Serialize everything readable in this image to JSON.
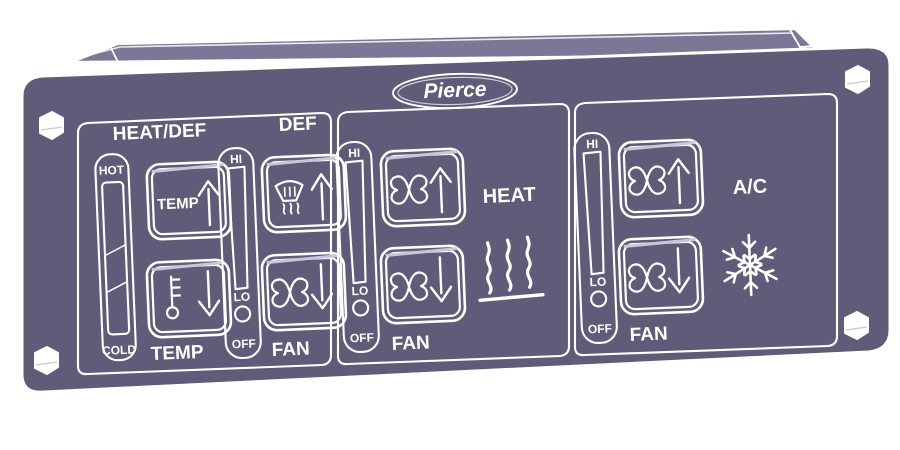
{
  "panel": {
    "name": "Pierce HVAC Control Panel",
    "brand_logo": "Pierce",
    "body_color": "#5f5c7a",
    "edge_color": "#7b7796",
    "line_color": "#ffffff",
    "background_color": "#ffffff",
    "fastener_count": 4,
    "fastener_name": "hex-bolt"
  },
  "sections": [
    {
      "id": "front",
      "heading_left": "HEAT/DEF",
      "heading_right": "DEF",
      "footer_labels": [
        "TEMP",
        "FAN"
      ],
      "temp_slider": {
        "name": "temperature-slider",
        "top_label": "HOT",
        "bottom_label": "COLD"
      },
      "fan_slider": {
        "name": "fan-speed-slider",
        "top_label": "HI",
        "mid_label": "LO",
        "bottom_label": "OFF"
      },
      "buttons": [
        {
          "name": "temp-up-button",
          "label": "TEMP",
          "icon": "arrow-up-icon",
          "extra_icon": ""
        },
        {
          "name": "temp-down-button",
          "label": "",
          "icon": "arrow-down-icon",
          "extra_icon": "thermometer-icon"
        },
        {
          "name": "defrost-up-button",
          "label": "",
          "icon": "arrow-up-icon",
          "extra_icon": "defrost-windshield-icon"
        },
        {
          "name": "defrost-fan-down-button",
          "label": "",
          "icon": "arrow-down-icon",
          "extra_icon": "fan-blade-icon"
        }
      ]
    },
    {
      "id": "middle",
      "heading_left": "",
      "heading_right": "",
      "mode_label": "HEAT",
      "mode_icon": "heat-waves-icon",
      "footer_labels": [
        "FAN"
      ],
      "fan_slider": {
        "name": "fan-speed-slider",
        "top_label": "HI",
        "mid_label": "LO",
        "bottom_label": "OFF"
      },
      "buttons": [
        {
          "name": "fan-up-button",
          "label": "",
          "icon": "arrow-up-icon",
          "extra_icon": "fan-blade-icon"
        },
        {
          "name": "fan-down-button",
          "label": "",
          "icon": "arrow-down-icon",
          "extra_icon": "fan-blade-icon"
        }
      ]
    },
    {
      "id": "rear",
      "mode_label": "A/C",
      "mode_icon": "snowflake-icon",
      "footer_labels": [
        "FAN"
      ],
      "fan_slider": {
        "name": "fan-speed-slider",
        "top_label": "HI",
        "mid_label": "LO",
        "bottom_label": "OFF"
      },
      "buttons": [
        {
          "name": "fan-up-button",
          "label": "",
          "icon": "arrow-up-icon",
          "extra_icon": "fan-blade-icon"
        },
        {
          "name": "fan-down-button",
          "label": "",
          "icon": "arrow-down-icon",
          "extra_icon": "fan-blade-icon"
        }
      ]
    }
  ],
  "text": {
    "heat_def": "HEAT/DEF",
    "def": "DEF",
    "heat": "HEAT",
    "ac": "A/C",
    "temp": "TEMP",
    "fan": "FAN",
    "hot": "HOT",
    "cold": "COLD",
    "hi": "HI",
    "lo": "LO",
    "off": "OFF",
    "logo": "Pierce"
  }
}
